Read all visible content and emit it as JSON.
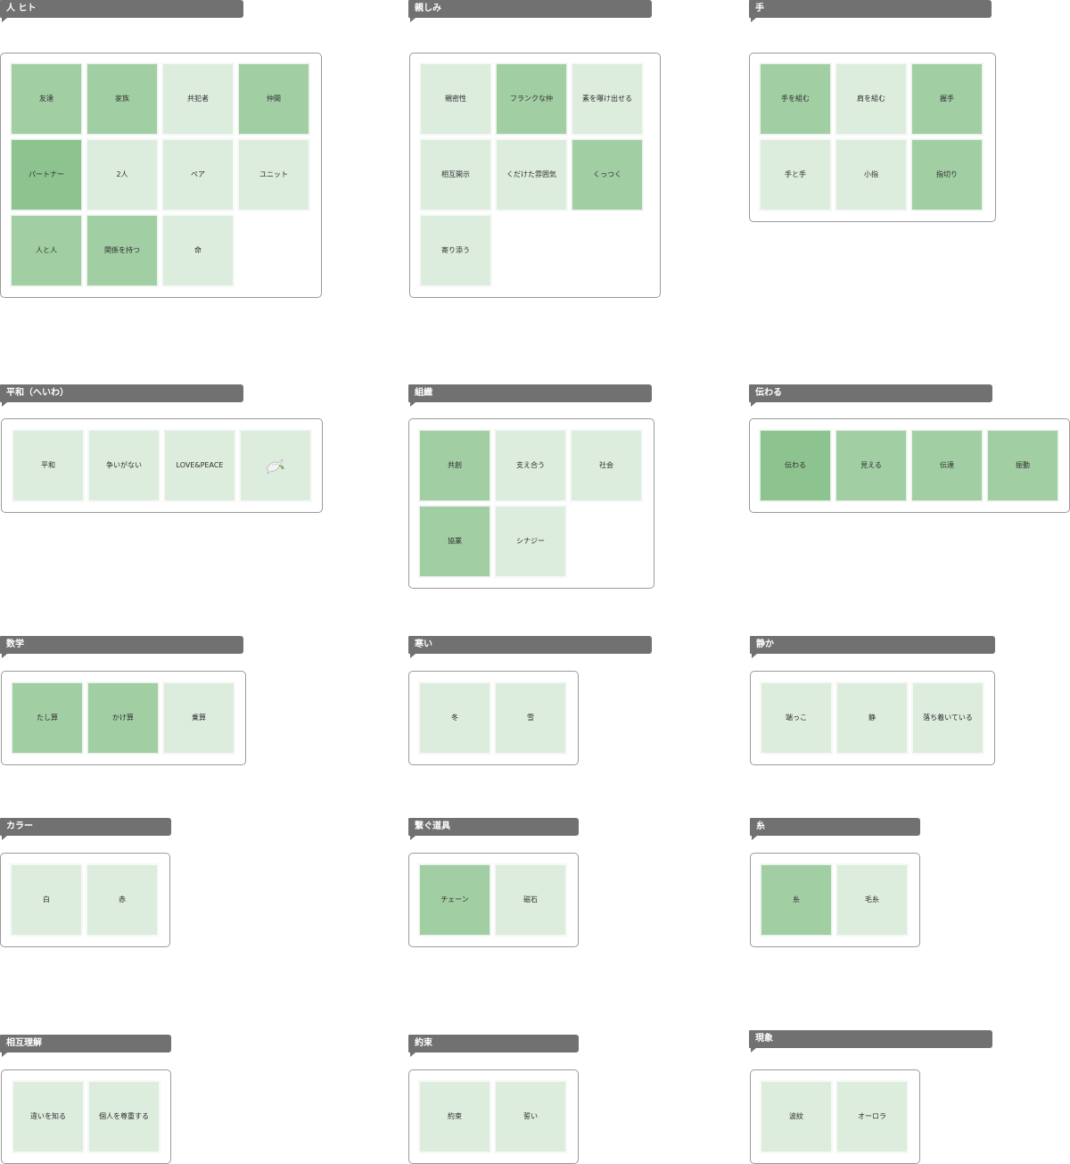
{
  "colors": {
    "light": "#dcecdd",
    "medium": "#a2cea4",
    "dark": "#8cc38f",
    "label_bg": "#717171"
  },
  "groups": [
    {
      "title": "人 ヒト",
      "notes": [
        "友達",
        "家族",
        "共犯者",
        "仲間",
        "パートナー",
        "2人",
        "ペア",
        "ユニット",
        "人と人",
        "関係を持つ",
        "命"
      ]
    },
    {
      "title": "親しみ",
      "notes": [
        "親密性",
        "フランクな仲",
        "素を曝け出せる",
        "相互開示",
        "くだけた雰囲気",
        "くっつく",
        "寄り添う"
      ]
    },
    {
      "title": "手",
      "notes": [
        "手を組む",
        "肩を組む",
        "握手",
        "手と手",
        "小指",
        "指切り"
      ]
    },
    {
      "title": "平和（へいわ）",
      "notes": [
        "平和",
        "争いがない",
        "LOVE&PEACE"
      ],
      "image_note": "dove-icon"
    },
    {
      "title": "組織",
      "notes": [
        "共創",
        "支え合う",
        "社会",
        "協業",
        "シナジー"
      ]
    },
    {
      "title": "伝わる",
      "notes": [
        "伝わる",
        "見える",
        "伝達",
        "振動"
      ]
    },
    {
      "title": "数学",
      "notes": [
        "たし算",
        "かけ算",
        "乗算"
      ]
    },
    {
      "title": "寒い",
      "notes": [
        "冬",
        "雪"
      ]
    },
    {
      "title": "静か",
      "notes": [
        "端っこ",
        "静",
        "落ち着いている"
      ]
    },
    {
      "title": "カラー",
      "notes": [
        "白",
        "赤"
      ]
    },
    {
      "title": "繋ぐ道具",
      "notes": [
        "チェーン",
        "磁石"
      ]
    },
    {
      "title": "糸",
      "notes": [
        "糸",
        "毛糸"
      ]
    },
    {
      "title": "相互理解",
      "notes": [
        "違いを知る",
        "個人を尊重する"
      ]
    },
    {
      "title": "約束",
      "notes": [
        "約束",
        "誓い"
      ]
    },
    {
      "title": "現象",
      "notes": [
        "波紋",
        "オーロラ"
      ]
    }
  ]
}
